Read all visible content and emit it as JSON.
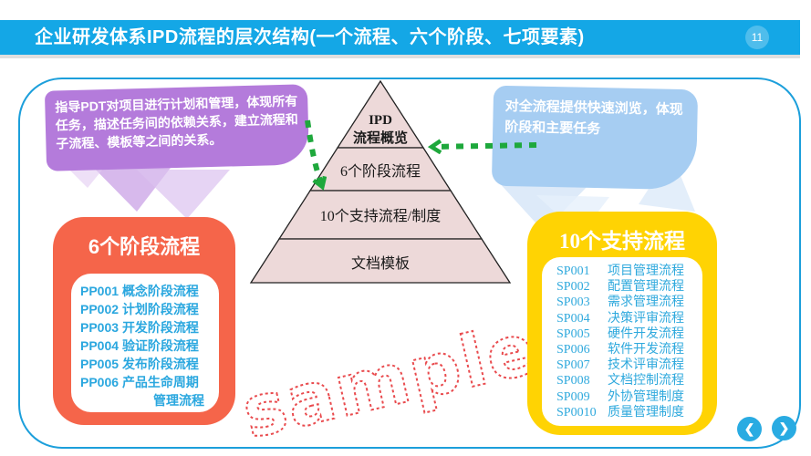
{
  "header": {
    "title": "企业研发体系IPD流程的层次结构(一个流程、六个阶段、七项要素)",
    "page_number": "11"
  },
  "callout_left": {
    "text": "指导PDT对项目进行计划和管理，体现所有任务，描述任务间的依赖关系，建立流程和子流程、模板等之间的关系。"
  },
  "callout_right": {
    "text": "对全流程提供快速浏览，体现阶段和主要任务"
  },
  "pyramid": {
    "top_line1": "IPD",
    "top_line2": "流程概览",
    "level2": "6个阶段流程",
    "level3": "10个支持流程/制度",
    "level4": "文档模板"
  },
  "phase_panel": {
    "title": "6个阶段流程",
    "items": [
      {
        "code": "PP001",
        "name": "概念阶段流程"
      },
      {
        "code": "PP002",
        "name": "计划阶段流程"
      },
      {
        "code": "PP003",
        "name": "开发阶段流程"
      },
      {
        "code": "PP004",
        "name": "验证阶段流程"
      },
      {
        "code": "PP005",
        "name": "发布阶段流程"
      },
      {
        "code": "PP006",
        "name": "产品生命周期"
      }
    ],
    "continuation": "管理流程"
  },
  "support_panel": {
    "title": "10个支持流程",
    "items": [
      {
        "code": "SP001",
        "name": "项目管理流程"
      },
      {
        "code": "SP002",
        "name": "配置管理流程"
      },
      {
        "code": "SP003",
        "name": "需求管理流程"
      },
      {
        "code": "SP004",
        "name": "决策评审流程"
      },
      {
        "code": "SP005",
        "name": "硬件开发流程"
      },
      {
        "code": "SP006",
        "name": "软件开发流程"
      },
      {
        "code": "SP007",
        "name": "技术评审流程"
      },
      {
        "code": "SP008",
        "name": "文档控制流程"
      },
      {
        "code": "SP009",
        "name": "外协管理制度"
      },
      {
        "code": "SP0010",
        "name": "质量管理制度"
      }
    ]
  },
  "watermark": {
    "text": "sample"
  },
  "nav": {
    "prev": "❮",
    "next": "❯"
  },
  "colors": {
    "header_blue": "#14A7E6",
    "frame_blue": "#1C9FDB",
    "purple": "#B47BDB",
    "light_blue": "#A6CDF2",
    "pyramid_fill": "#EDD9D9",
    "orange": "#F5654A",
    "yellow": "#FFD303",
    "list_blue": "#2AA7DF",
    "arrow_green": "#1EA83C",
    "watermark_red": "#E94B4E"
  }
}
